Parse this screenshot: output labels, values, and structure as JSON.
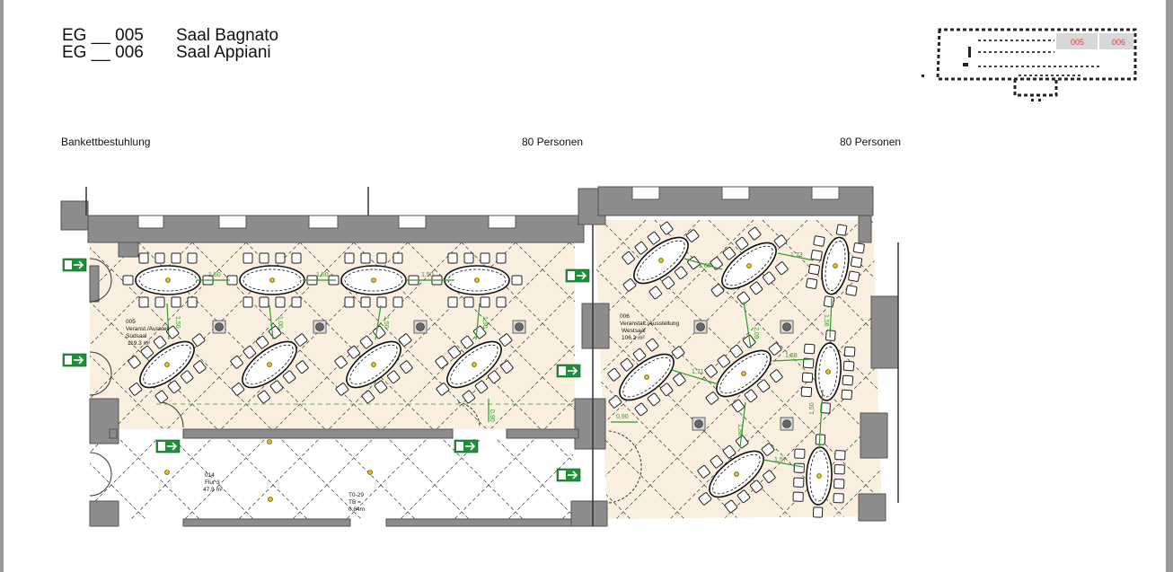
{
  "header": {
    "rooms": [
      {
        "code": "EG __ 005",
        "name": "Saal Bagnato"
      },
      {
        "code": "EG __ 006",
        "name": "Saal Appiani"
      }
    ]
  },
  "seating": {
    "layout_label": "Bankettbestuhlung",
    "capacity_005": "80 Personen",
    "capacity_006": "80 Personen"
  },
  "plan": {
    "room_005": {
      "number": "005",
      "line1": "Veranst./Ausstell",
      "line2": "Südsaal",
      "area": "119.3 m²"
    },
    "room_006": {
      "number": "006",
      "line1": "Veranstalt./Ausstellung",
      "line2": "Westsaal",
      "area": "106.2 m²"
    },
    "room_014": {
      "number": "014",
      "line1": "Flur 3",
      "area": "47.9 m²"
    },
    "door_tag": {
      "line1": "T0-29",
      "line2": "TB =",
      "line3": "0,84m"
    },
    "dims_005": [
      "1,50",
      "1,50",
      "1,50"
    ],
    "dims_005_v": [
      "1,50",
      "1,00",
      "1,50",
      "1,50"
    ],
    "dims_006": [
      "1,60",
      "1,73",
      "2,09",
      "1,56",
      "1,71",
      "1,68",
      "1,88",
      "1,57",
      "1,50"
    ],
    "dim_misc": [
      "0,90",
      "0,90"
    ]
  },
  "minimap": {
    "labels": [
      "005",
      "006"
    ],
    "highlight_color": "#d8d8d8",
    "label_color": "#e53935"
  },
  "colors": {
    "floor": "#fbefdf",
    "wall": "#8c8c8c",
    "dimension": "#2e9a2e",
    "exit_sign": "#1f8f3a"
  },
  "icons": [
    "emergency-exit-sign-icon",
    "pillar-icon",
    "light-fixture-icon"
  ]
}
